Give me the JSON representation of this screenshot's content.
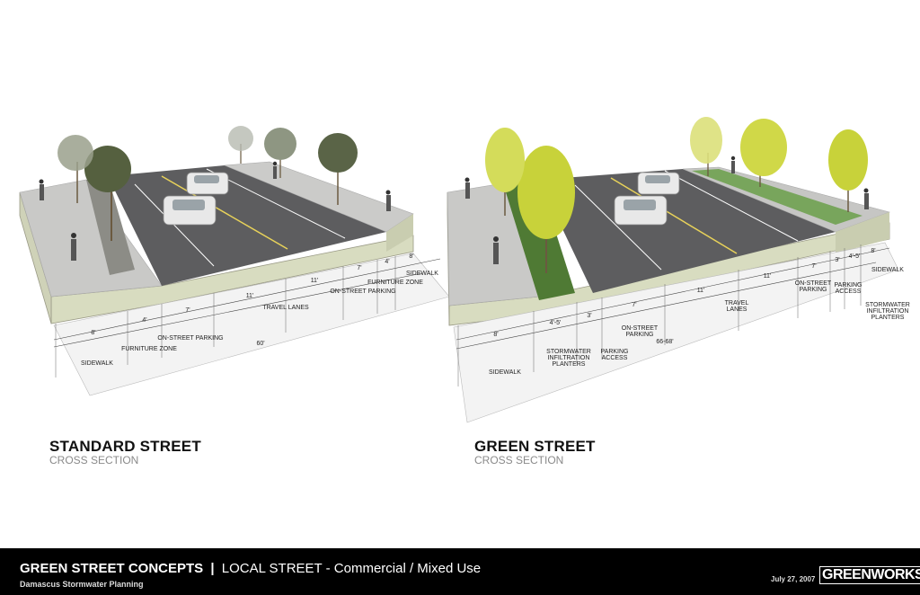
{
  "left_section": {
    "title": "STANDARD STREET",
    "subtitle": "CROSS SECTION",
    "dims_top": [
      "8'",
      "4'",
      "7'",
      "11'",
      "11'",
      "7'",
      "4'",
      "8'"
    ],
    "zone_labels": {
      "sidewalk": "SIDEWALK",
      "furniture_zone": "FURNITURE ZONE",
      "on_street_parking": "ON-STREET PARKING",
      "travel_lanes": "TRAVEL LANES",
      "on_street_parking_r": "ON-STREET PARKING",
      "furniture_zone_r": "FURNITURE ZONE",
      "sidewalk_r": "SIDEWALK"
    },
    "total_width": "60'"
  },
  "right_section": {
    "title": "GREEN STREET",
    "subtitle": "CROSS SECTION",
    "dims_top": [
      "8'",
      "4'-5'",
      "3'",
      "7'",
      "11'",
      "11'",
      "7'",
      "3'",
      "4'-5'",
      "8'"
    ],
    "zone_labels": {
      "sidewalk": "SIDEWALK",
      "planters": "STORMWATER INFILTRATION PLANTERS",
      "parking_access": "PARKING ACCESS",
      "on_street_parking": "ON-STREET PARKING",
      "travel_lanes": "TRAVEL LANES",
      "on_street_parking_r": "ON-STREET PARKING",
      "parking_access_r": "PARKING ACCESS",
      "sidewalk_r": "SIDEWALK",
      "planters_r": "STORMWATER INFILTRATION PLANTERS"
    },
    "total_width": "66-68'"
  },
  "footer": {
    "heading_bold": "GREEN STREET CONCEPTS",
    "separator": "|",
    "heading_rest": "LOCAL STREET - Commercial / Mixed Use",
    "organization": "Damascus Stormwater Planning",
    "date": "July 27, 2007",
    "logo": "GREENWORKS"
  },
  "colors": {
    "asphalt": "#5d5d5f",
    "sidewalk": "#c9c9c7",
    "soil": "#d8dcc0",
    "tree_gray": "#6f7a62",
    "tree_yellow": "#c8d23a",
    "planter_green": "#5e9a3a",
    "footer_bg": "#000000"
  }
}
